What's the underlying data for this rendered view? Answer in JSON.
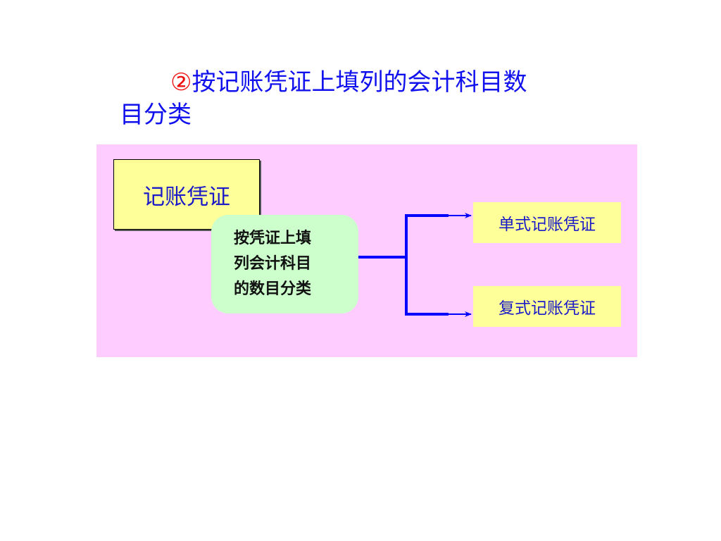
{
  "heading": {
    "number": "②",
    "line1_text": "按记账凭证上填列的会计科目数",
    "line2_text": "目分类"
  },
  "diagram": {
    "main_box": "记账凭证",
    "center_box": [
      "按凭证上填",
      "列会计科目",
      "的数目分类"
    ],
    "outputs": [
      "单式记账凭证",
      "复式记账凭证"
    ]
  },
  "colors": {
    "heading_text": "#1111ee",
    "heading_number": "#ee1111",
    "panel_bg": "#ffccff",
    "yellow_box": "#ffff99",
    "green_box": "#ccffcc",
    "connector": "#0000ff"
  }
}
